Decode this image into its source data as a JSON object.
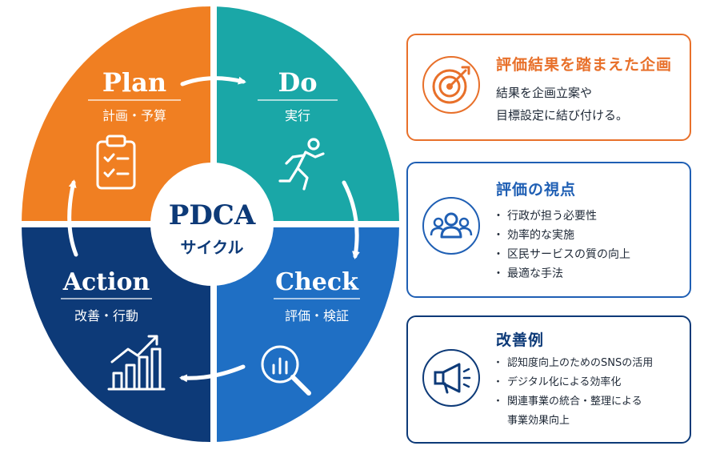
{
  "center": {
    "title": "PDCA",
    "subtitle": "サイクル"
  },
  "quadrants": {
    "plan": {
      "title": "Plan",
      "subtitle": "計画・予算",
      "color": "#f07f22",
      "icon": "clipboard-icon"
    },
    "do": {
      "title": "Do",
      "subtitle": "実行",
      "color": "#1aa7a7",
      "icon": "running-person-icon"
    },
    "check": {
      "title": "Check",
      "subtitle": "評価・検証",
      "color": "#1f6fc4",
      "icon": "magnifier-chart-icon"
    },
    "action": {
      "title": "Action",
      "subtitle": "改善・行動",
      "color": "#0d3a78",
      "icon": "growth-chart-icon"
    }
  },
  "cards": {
    "planning": {
      "title": "評価結果を踏まえた企画",
      "lines": [
        "結果を企画立案や",
        "目標設定に結び付ける。"
      ],
      "color": "#e8702a",
      "icon": "target-icon"
    },
    "perspective": {
      "title": "評価の視点",
      "items": [
        "行政が担う必要性",
        "効率的な実施",
        "区民サービスの質の向上",
        "最適な手法"
      ],
      "color": "#1f5fb4",
      "icon": "people-group-icon"
    },
    "examples": {
      "title": "改善例",
      "items": [
        "認知度向上のためのSNSの活用",
        "デジタル化による効率化",
        "関連事業の統合・整理による"
      ],
      "item_continuation": "事業効果向上",
      "color": "#0d3a78",
      "icon": "megaphone-icon"
    }
  }
}
